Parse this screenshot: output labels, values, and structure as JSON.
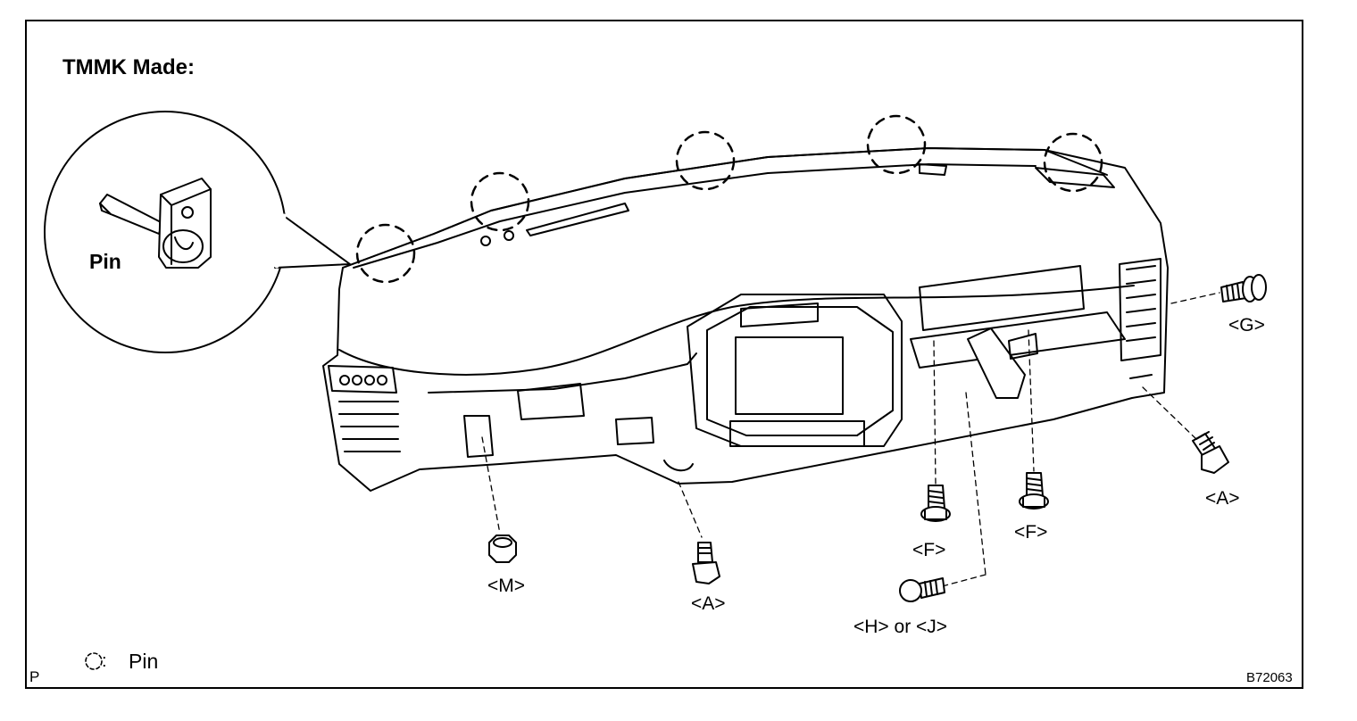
{
  "title": "TMMK Made:",
  "callout_label": "Pin",
  "fastener_labels": {
    "g": "<G>",
    "a_right": "<A>",
    "f_left": "<F>",
    "f_right": "<F>",
    "m": "<M>",
    "a_bottom": "<A>",
    "h_or_j": "<H> or <J>"
  },
  "legend": {
    "symbol_text": ":",
    "label": "Pin"
  },
  "corner_mark": "P",
  "figure_code": "B72063",
  "colors": {
    "line": "#000000",
    "background": "#ffffff"
  }
}
